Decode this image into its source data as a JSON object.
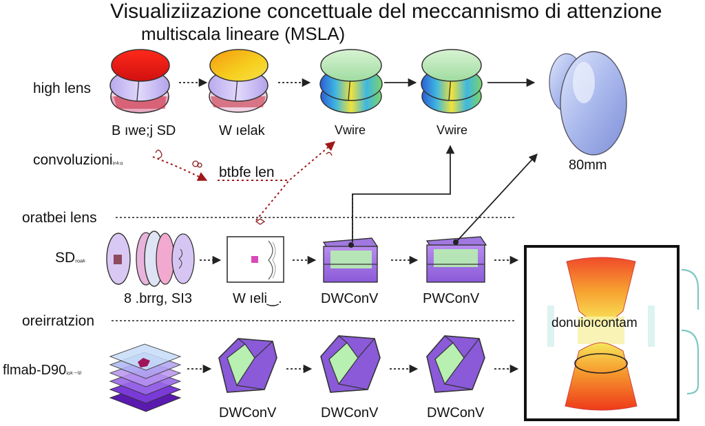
{
  "title": {
    "line1": "Visualiziizazione concettuale del meccannismo di attenzione",
    "line2": "multiscala lineare (MSLA)"
  },
  "rows": {
    "high_lens_label": "high lens",
    "convolution_label": "convoluzioni",
    "convolution_small": "ᵢₙₖₒ",
    "blur_label": "btbfe len",
    "broad_lens_label": "oratbei lens",
    "sd_label": "SD",
    "sd_small": "ᵣₒₐₖ",
    "orientation_label": "oreirratzion",
    "final_label": "flmab-D90",
    "final_small": "ᵢₒₖ₋ₗᵢₗ"
  },
  "captions": {
    "top": [
      "B ıwe;j SD",
      "W ıelak",
      "Vwire",
      "Vwire"
    ],
    "top_output": "80mm",
    "middle": [
      "8 .brrg, SI3",
      "W ıeli‿.",
      "DWConV",
      "PWConV"
    ],
    "bottom": [
      "DWConV",
      "DWConV",
      "DWConV"
    ]
  },
  "output_box": {
    "label": "donuioıcontam"
  },
  "colors": {
    "red": "#e31b1b",
    "orange": "#f5a01a",
    "lavender": "#c7b9ef",
    "purple": "#7b4cc9",
    "green": "#a8e6a0",
    "blue": "#3b7fd9",
    "dark_red": "#a01818",
    "lens_blue": "#a9b8ec"
  },
  "icons": [
    "arrow-icon",
    "dotted-arrow-icon",
    "lens-icon",
    "cube-icon",
    "layer-stack-icon",
    "hourglass-heatmap-icon"
  ]
}
